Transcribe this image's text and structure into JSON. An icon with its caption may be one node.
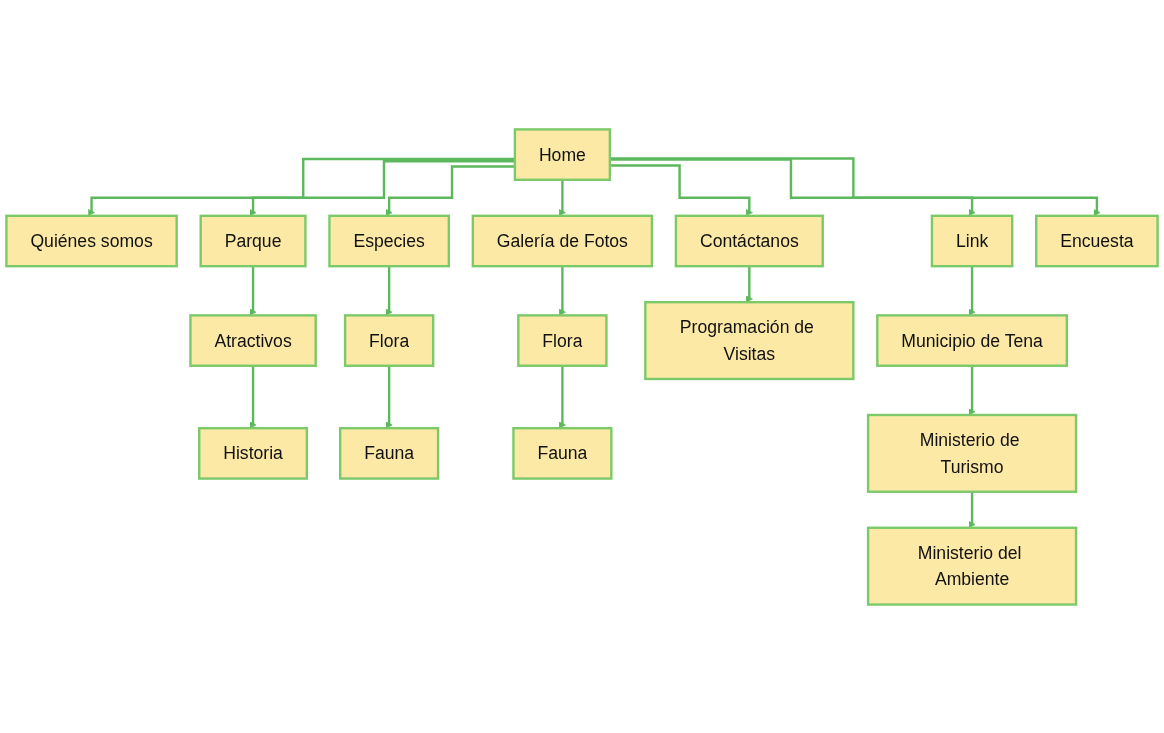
{
  "diagram": {
    "nodes": [
      {
        "text": [
          "Home"
        ]
      },
      {
        "text": [
          "Quiénes somos"
        ]
      },
      {
        "text": [
          "Parque"
        ]
      },
      {
        "text": [
          "Especies"
        ]
      },
      {
        "text": [
          "Galería de Fotos"
        ]
      },
      {
        "text": [
          "Contáctanos"
        ]
      },
      {
        "text": [
          "Link"
        ]
      },
      {
        "text": [
          "Encuesta"
        ]
      },
      {
        "text": [
          "Atractivos"
        ]
      },
      {
        "text": [
          "Flora"
        ]
      },
      {
        "text": [
          "Flora"
        ]
      },
      {
        "text": [
          "Programación de Visitas"
        ]
      },
      {
        "text": [
          "Municipio de Tena"
        ]
      },
      {
        "text": [
          "Historia"
        ]
      },
      {
        "text": [
          "Fauna"
        ]
      },
      {
        "text": [
          "Fauna"
        ]
      },
      {
        "text": [
          "Ministerio de Turismo"
        ]
      },
      {
        "text": [
          "Ministerio del Ambiente"
        ]
      }
    ],
    "edges": [
      {
        "from": 0,
        "to": 1,
        "arrow": "to"
      },
      {
        "from": 0,
        "to": 2,
        "arrow": "to"
      },
      {
        "from": 0,
        "to": 3,
        "arrow": "to"
      },
      {
        "from": 0,
        "to": 4,
        "arrow": "to"
      },
      {
        "from": 0,
        "to": 5,
        "arrow": "to"
      },
      {
        "from": 0,
        "to": 6,
        "arrow": "to"
      },
      {
        "from": 0,
        "to": 7,
        "arrow": "to"
      },
      {
        "from": 2,
        "to": 8,
        "arrow": "to"
      },
      {
        "from": 3,
        "to": 9,
        "arrow": "to"
      },
      {
        "from": 4,
        "to": 10,
        "arrow": "to"
      },
      {
        "from": 5,
        "to": 11,
        "arrow": "to"
      },
      {
        "from": 6,
        "to": 12,
        "arrow": "to"
      },
      {
        "from": 8,
        "to": 13,
        "arrow": "to"
      },
      {
        "from": 9,
        "to": 14,
        "arrow": "to"
      },
      {
        "from": 10,
        "to": 15,
        "arrow": "to"
      },
      {
        "from": 12,
        "to": 16,
        "arrow": "to"
      },
      {
        "from": 16,
        "to": 17,
        "arrow": "to"
      }
    ]
  }
}
